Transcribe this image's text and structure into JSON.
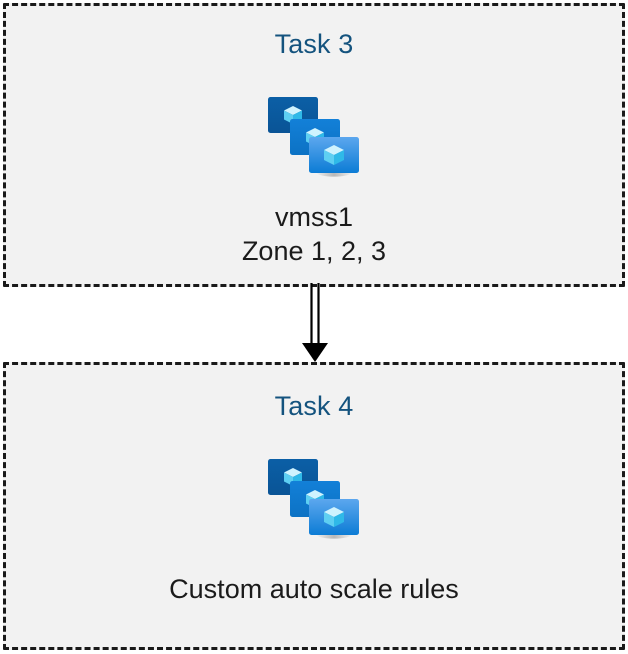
{
  "diagram": {
    "type": "flow-diagram",
    "background_color": "#ffffff",
    "group_fill_color": "#f2f2f2",
    "group_border_color": "#1a1a1a",
    "title_color": "#14537e",
    "label_color": "#1b1b1b",
    "groups": [
      {
        "id": "task3",
        "title": "Task 3",
        "icon": "azure-virtual-machine-scale-set-icon",
        "labels": [
          "vmss1",
          "Zone 1, 2, 3"
        ]
      },
      {
        "id": "task4",
        "title": "Task 4",
        "icon": "azure-virtual-machine-scale-set-icon",
        "labels": [
          "Custom auto scale rules"
        ]
      }
    ],
    "connector": {
      "name": "arrow-task3-to-task4",
      "style": "double-line",
      "direction": "down",
      "color": "#000000"
    }
  },
  "icon_colors": {
    "screen_back": "#0A5BA0",
    "screen_middle": "#0F7BD4",
    "screen_front_top": "#56A4EC",
    "screen_front_bottom": "#0E80D8",
    "cube_light": "#C3F1FE",
    "cube_mid": "#6FD8F5",
    "cube_dark": "#32BEEA",
    "stand": "#B3B3B3"
  }
}
